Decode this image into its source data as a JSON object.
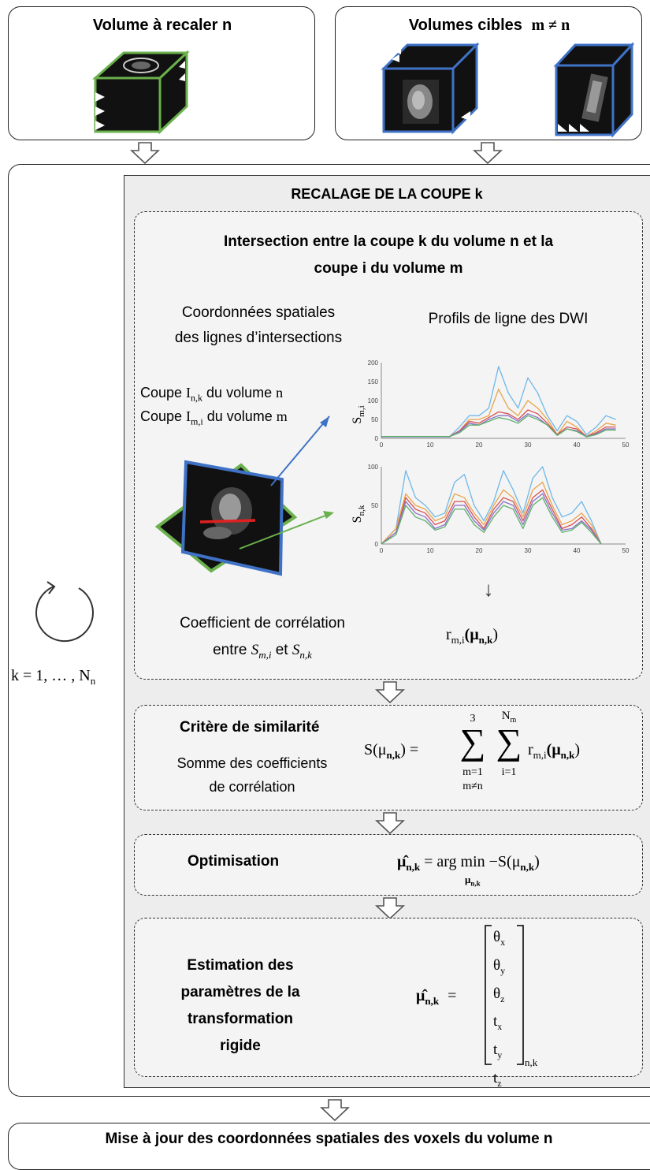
{
  "top_left": {
    "title": "Volume à recaler n"
  },
  "top_right": {
    "title": "Volumes cibles",
    "title_math": "m ≠ n"
  },
  "loop": {
    "label": "k = 1, … , N",
    "label_sub": "n"
  },
  "registration": {
    "title": "RECALAGE DE LA COUPE k",
    "intersection": {
      "title_line1": "Intersection entre la coupe k du volume n et la",
      "title_line2": "coupe  i du volume m",
      "coords_line1": "Coordonnées  spatiales",
      "coords_line2": "des lignes d’intersections",
      "profiles_title": "Profils de ligne des DWI",
      "coupe_n_prefix": "Coupe ",
      "coupe_n_sym": "I",
      "coupe_n_sub": "n,k",
      "coupe_n_suffix": " du volume ",
      "coupe_n_var": "n",
      "coupe_m_prefix": "Coupe ",
      "coupe_m_sym": "I",
      "coupe_m_sub": "m,i",
      "coupe_m_suffix": " du volume ",
      "coupe_m_var": "m",
      "corr_line1": "Coefficient de corrélation",
      "corr_line2_prefix": "entre ",
      "corr_s_mi": "S",
      "corr_s_mi_sub": "m,i",
      "corr_and": " et ",
      "corr_s_nk": "S",
      "corr_s_nk_sub": "n,k",
      "r_label": "r",
      "r_sub": "m,i",
      "r_arg": "(μ",
      "r_arg_sub": "n,k",
      "r_close": ")",
      "down_arrow": "↓"
    },
    "similarity": {
      "title": "Critère de similarité",
      "desc_line1": "Somme des coefficients",
      "desc_line2": "de corrélation",
      "lhs": "S(μ",
      "lhs_sub": "n,k",
      "lhs_close": ")  =",
      "sum1_top": "3",
      "sum1_bottom1": "m=1",
      "sum1_bottom2": "m≠n",
      "sum2_top": "N",
      "sum2_top_sub": "m",
      "sum2_bottom": "i=1",
      "term": "r",
      "term_sub": "m,i",
      "term_arg": "(μ",
      "term_arg_sub": "n,k",
      "term_close": ")"
    },
    "optimisation": {
      "title": "Optimisation",
      "lhs": "μ̂",
      "lhs_sub": "n,k",
      "eq": " = arg min −S(μ",
      "eq_sub": "n,k",
      "eq_close": ")",
      "under": "μ",
      "under_sub": "n,k"
    },
    "estimation": {
      "line1": "Estimation des",
      "line2": "paramètres de la",
      "line3": "transformation",
      "line4": "rigide",
      "lhs": "μ̂",
      "lhs_sub": "n,k",
      "eq": "=",
      "params": [
        {
          "sym": "θ",
          "sub": "x"
        },
        {
          "sym": "θ",
          "sub": "y"
        },
        {
          "sym": "θ",
          "sub": "z"
        },
        {
          "sym": "t",
          "sub": "x"
        },
        {
          "sym": "t",
          "sub": "y"
        },
        {
          "sym": "t",
          "sub": "z"
        }
      ],
      "vec_sub": "n,k"
    }
  },
  "footer": {
    "text": "Mise à jour des coordonnées spatiales des voxels du volume n"
  },
  "charts": {
    "top": {
      "ylabel": "S",
      "ylabel_sub": "m,i",
      "yticks": [
        "200",
        "150",
        "100",
        "50",
        "0"
      ],
      "xticks": [
        "0",
        "10",
        "20",
        "30",
        "40",
        "50"
      ]
    },
    "bottom": {
      "ylabel": "S",
      "ylabel_sub": "n,k",
      "yticks": [
        "100",
        "50",
        "0"
      ],
      "xticks": [
        "0",
        "10",
        "20",
        "30",
        "40",
        "50"
      ]
    }
  },
  "chart_data": [
    {
      "type": "line",
      "ylabel": "S_m,i",
      "ylim": [
        0,
        200
      ],
      "xlim": [
        0,
        50
      ],
      "x": [
        0,
        5,
        10,
        14,
        16,
        18,
        20,
        22,
        24,
        26,
        28,
        30,
        32,
        34,
        36,
        38,
        40,
        42,
        44,
        46,
        48
      ],
      "series": [
        {
          "values": [
            5,
            5,
            5,
            5,
            30,
            60,
            60,
            80,
            190,
            120,
            80,
            160,
            120,
            60,
            20,
            60,
            45,
            10,
            30,
            60,
            50
          ]
        },
        {
          "values": [
            5,
            5,
            5,
            5,
            20,
            50,
            50,
            60,
            130,
            80,
            60,
            100,
            80,
            50,
            10,
            45,
            30,
            5,
            20,
            40,
            35
          ]
        },
        {
          "values": [
            5,
            5,
            5,
            5,
            20,
            45,
            40,
            55,
            70,
            65,
            50,
            75,
            65,
            40,
            10,
            30,
            25,
            5,
            15,
            30,
            30
          ]
        },
        {
          "values": [
            4,
            4,
            4,
            4,
            18,
            40,
            35,
            50,
            60,
            60,
            45,
            65,
            55,
            35,
            8,
            25,
            20,
            5,
            12,
            25,
            25
          ]
        },
        {
          "values": [
            5,
            5,
            5,
            5,
            15,
            35,
            35,
            45,
            55,
            50,
            40,
            60,
            50,
            35,
            8,
            25,
            18,
            4,
            10,
            22,
            22
          ]
        }
      ]
    },
    {
      "type": "line",
      "ylabel": "S_n,k",
      "ylim": [
        0,
        100
      ],
      "xlim": [
        0,
        50
      ],
      "x": [
        0,
        3,
        5,
        7,
        9,
        11,
        13,
        15,
        17,
        19,
        21,
        23,
        25,
        27,
        29,
        31,
        33,
        35,
        37,
        39,
        41,
        43,
        45
      ],
      "series": [
        {
          "values": [
            0,
            20,
            95,
            60,
            50,
            35,
            40,
            80,
            90,
            50,
            30,
            55,
            95,
            70,
            40,
            85,
            100,
            60,
            35,
            40,
            55,
            30,
            0
          ]
        },
        {
          "values": [
            0,
            20,
            65,
            50,
            45,
            30,
            35,
            65,
            60,
            40,
            25,
            50,
            70,
            60,
            35,
            70,
            80,
            50,
            25,
            30,
            40,
            25,
            0
          ]
        },
        {
          "values": [
            0,
            15,
            60,
            45,
            40,
            25,
            30,
            55,
            55,
            35,
            20,
            45,
            60,
            55,
            30,
            60,
            70,
            45,
            20,
            25,
            35,
            20,
            0
          ]
        },
        {
          "values": [
            0,
            15,
            55,
            40,
            35,
            20,
            25,
            50,
            50,
            30,
            18,
            40,
            55,
            50,
            25,
            55,
            65,
            40,
            18,
            20,
            30,
            18,
            0
          ]
        },
        {
          "values": [
            0,
            12,
            50,
            35,
            30,
            18,
            22,
            45,
            45,
            25,
            15,
            35,
            50,
            45,
            20,
            50,
            60,
            35,
            15,
            18,
            28,
            15,
            0
          ]
        }
      ]
    }
  ],
  "colors": {
    "green": "#6ab04c",
    "blue": "#3f72c6",
    "red": "#e02020",
    "series": [
      "#6fb8e8",
      "#e8a44a",
      "#d85050",
      "#8a6fc8",
      "#5cb06a"
    ]
  }
}
